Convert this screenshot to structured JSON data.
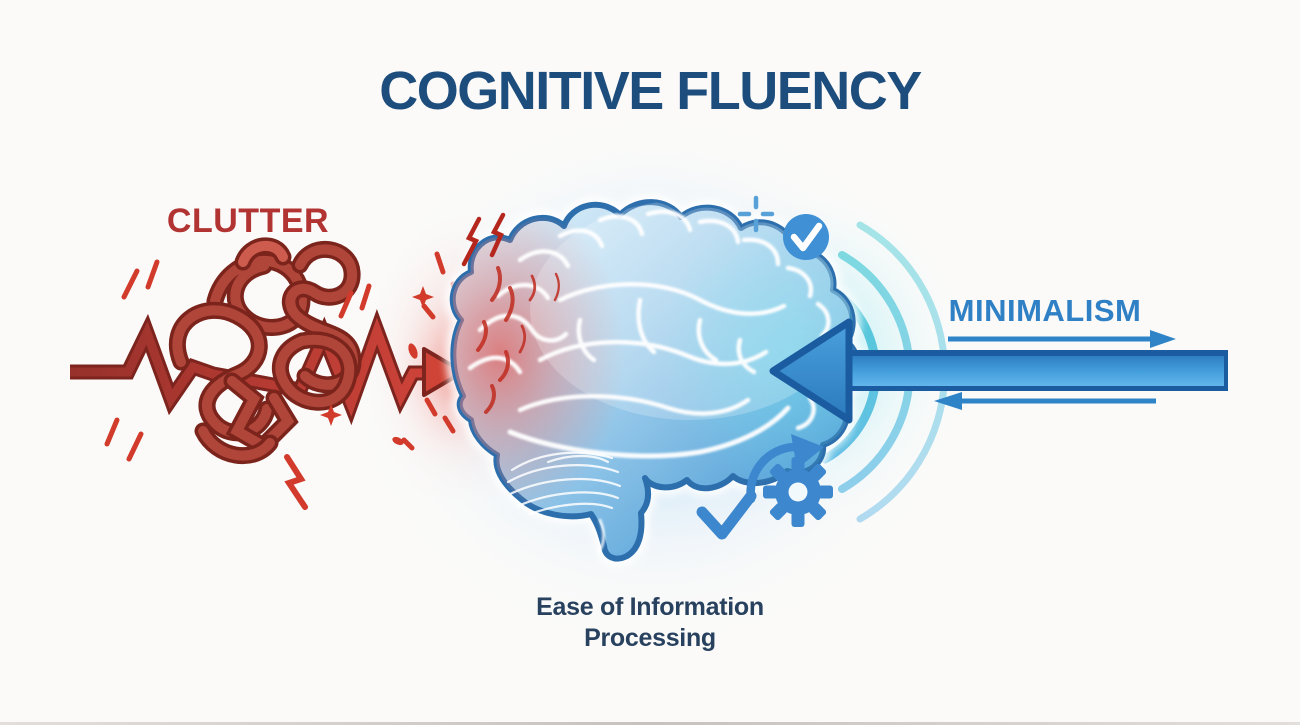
{
  "title": {
    "text": "COGNITIVE FLUENCY",
    "color": "#1d4d7c"
  },
  "clutter": {
    "label": "CLUTTER",
    "color": "#b13433"
  },
  "minimalism": {
    "label": "MINIMALISM",
    "color": "#2f80c4"
  },
  "caption": {
    "line1": "Ease of Information",
    "line2": "Processing",
    "color": "#28415e"
  },
  "icons": {
    "left_side": [
      "tangled-knot-icon",
      "heartbeat-arrow-icon",
      "impact-sparks-icon",
      "lightning-bolt-icon"
    ],
    "center": [
      "brain-icon",
      "stress-cracks-icon",
      "glow-halo"
    ],
    "right_side": [
      "check-circle-icon",
      "plus-sparkle-icon",
      "gear-icon",
      "refresh-arrow-icon",
      "checkmark-icon",
      "sound-wave-arcs-icon",
      "minimalism-arrow-icon",
      "thin-arrow-right-icon",
      "thin-arrow-left-icon"
    ]
  },
  "colors": {
    "background": "#fbfaf9",
    "clutter_red": "#b13433",
    "spark_red": "#d23b2b",
    "accent_blue": "#2f80c4",
    "arrow_blue": "#3c96d6",
    "arrow_edge_blue": "#1b5ca0",
    "brain_outline_blue": "#2d6fad",
    "brain_fill_blue": "#5fa9dc",
    "arc_teal": "#3fc9d1",
    "icon_blue": "#3c87cd",
    "title_navy": "#1d4d7c",
    "caption_navy": "#28415e"
  }
}
